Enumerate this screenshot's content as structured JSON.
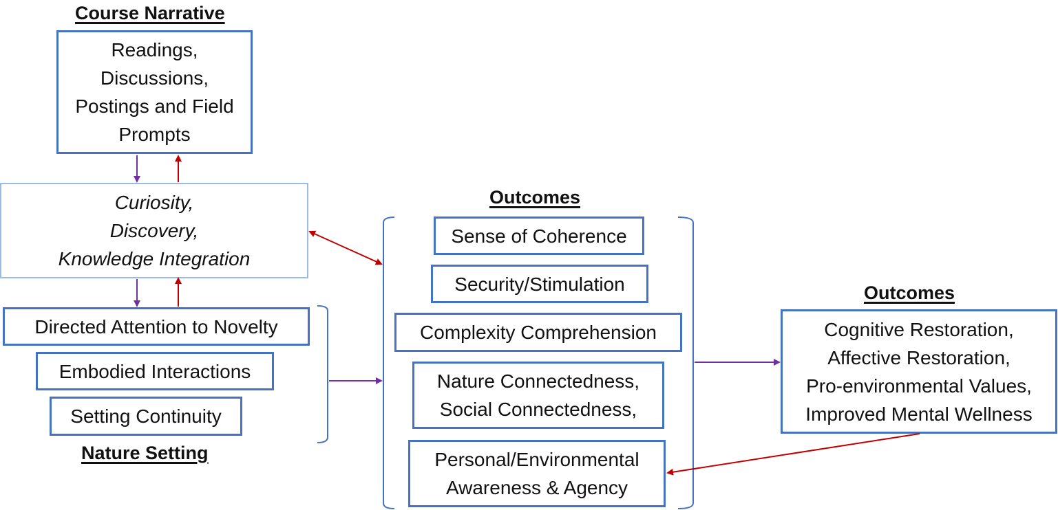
{
  "headings": {
    "course_narrative": "Course Narrative",
    "outcomes_center": "Outcomes",
    "outcomes_right": "Outcomes",
    "nature_setting": "Nature Setting"
  },
  "boxes": {
    "course_narrative": "Readings,\nDiscussions,\nPostings and Field\nPrompts",
    "curiosity": "Curiosity,\nDiscovery,\nKnowledge Integration",
    "directed_attention": "Directed Attention to Novelty",
    "embodied": "Embodied Interactions",
    "setting_continuity": "Setting Continuity",
    "coherence": "Sense of Coherence",
    "security": "Security/Stimulation",
    "complexity": "Complexity Comprehension",
    "connectedness": "Nature Connectedness,\nSocial Connectedness,",
    "awareness": "Personal/Environmental\nAwareness & Agency",
    "final_outcomes": "Cognitive Restoration,\nAffective Restoration,\nPro-environmental Values,\nImproved Mental Wellness"
  },
  "colors": {
    "box_border": "#4472c4",
    "light_border": "#9dbbe0",
    "red_arrow": "#c00000",
    "purple_arrow": "#7030a0"
  }
}
